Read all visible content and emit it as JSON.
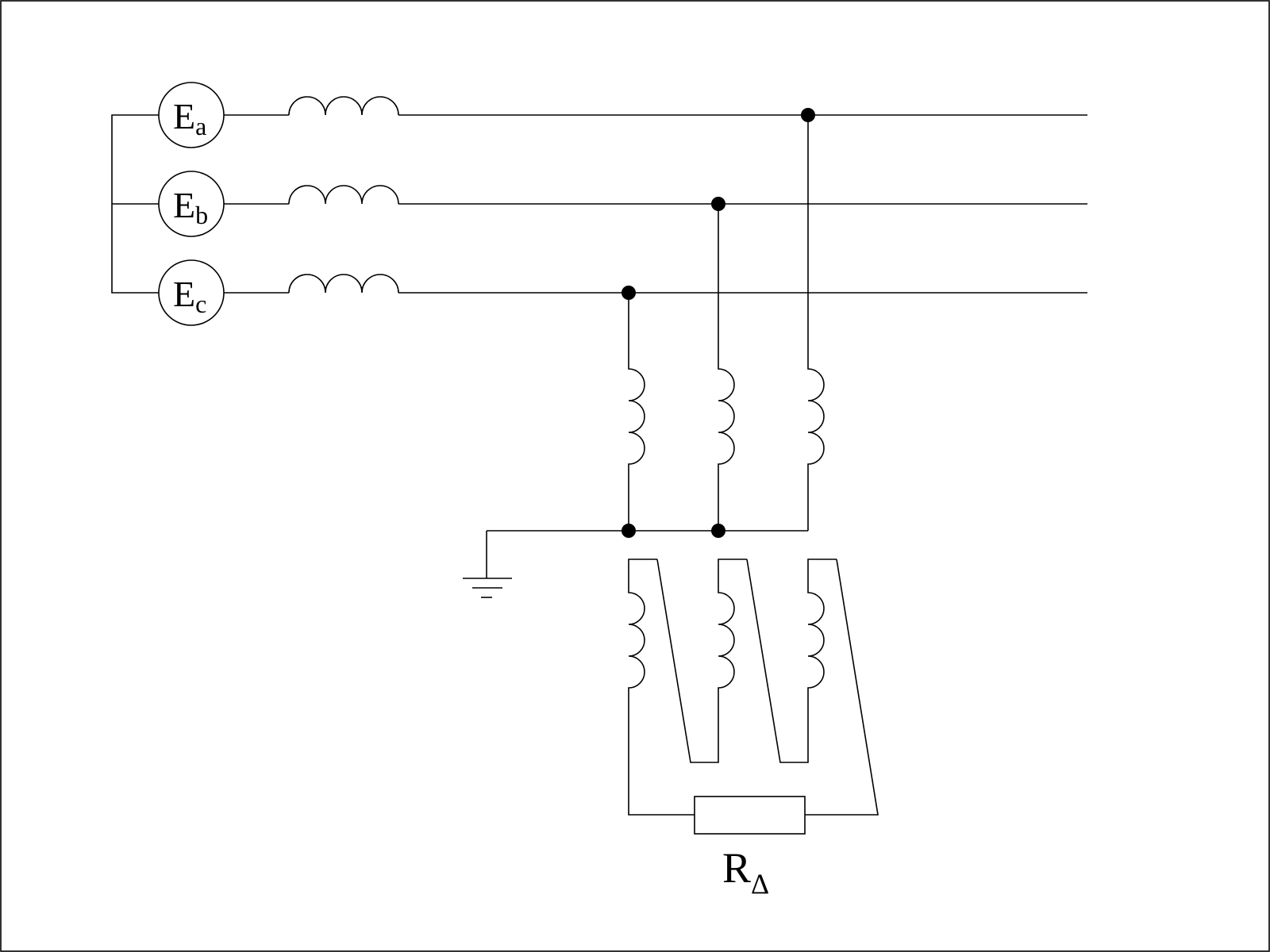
{
  "sources": [
    {
      "base": "E",
      "sub": "a"
    },
    {
      "base": "E",
      "sub": "b"
    },
    {
      "base": "E",
      "sub": "c"
    }
  ],
  "resistor": {
    "base": "R",
    "sub": "Δ"
  }
}
